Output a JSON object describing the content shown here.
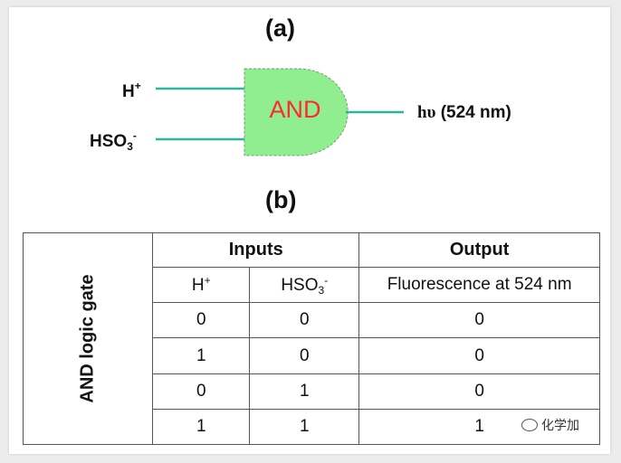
{
  "panel_a": {
    "label": "(a)",
    "inputs": [
      {
        "name": "H",
        "sup": "+",
        "sub": ""
      },
      {
        "name": "HSO",
        "sub": "3",
        "sup": "-"
      }
    ],
    "gate": "AND",
    "output": {
      "symbol": "hυ",
      "rest": " (524 nm)"
    },
    "colors": {
      "gate_fill": "#90ee90",
      "wire": "#2db59a",
      "gate_text": "#ff2a2a"
    }
  },
  "panel_b": {
    "label": "(b)",
    "side_label": "AND logic gate",
    "headers": {
      "inputs": "Inputs",
      "output": "Output"
    },
    "subheaders": {
      "h": {
        "name": "H",
        "sup": "+"
      },
      "hso3": {
        "name": "HSO",
        "sub": "3",
        "sup": "-"
      },
      "output": "Fluorescence at 524 nm"
    },
    "rows": [
      {
        "h": "0",
        "hso3": "0",
        "out": "0"
      },
      {
        "h": "1",
        "hso3": "0",
        "out": "0"
      },
      {
        "h": "0",
        "hso3": "1",
        "out": "0"
      },
      {
        "h": "1",
        "hso3": "1",
        "out": "1"
      }
    ]
  },
  "watermark": {
    "text": "化学加",
    "icon": "wechat-icon"
  }
}
